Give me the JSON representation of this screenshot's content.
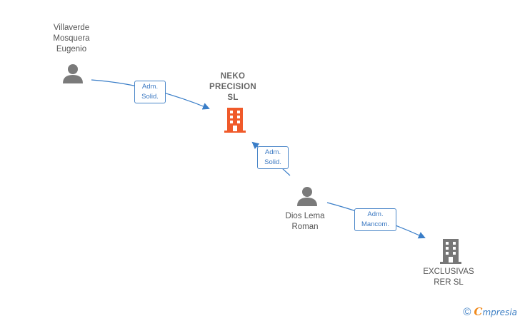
{
  "nodes": {
    "person_villaverde": {
      "name_lines": [
        "Villaverde",
        "Mosquera",
        "Eugenio"
      ]
    },
    "company_neko": {
      "name_lines": [
        "NEKO",
        "PRECISION",
        "SL"
      ],
      "color": "#f05a2a"
    },
    "person_dios": {
      "name_lines": [
        "Dios Lema",
        "Roman"
      ]
    },
    "company_exclusivas": {
      "name_lines": [
        "EXCLUSIVAS",
        "RER SL"
      ],
      "color": "#777777"
    }
  },
  "edges": {
    "villaverde_neko": {
      "lines": [
        "Adm.",
        "Solid."
      ]
    },
    "dios_neko": {
      "lines": [
        "Adm.",
        "Solid."
      ]
    },
    "dios_exclusivas": {
      "lines": [
        "Adm.",
        "Mancom."
      ]
    }
  },
  "colors": {
    "link": "#3a7ec8",
    "person": "#7a7a7a"
  },
  "footer": {
    "copyright": "©",
    "brand_initial": "C",
    "brand_rest": "mpresia"
  }
}
